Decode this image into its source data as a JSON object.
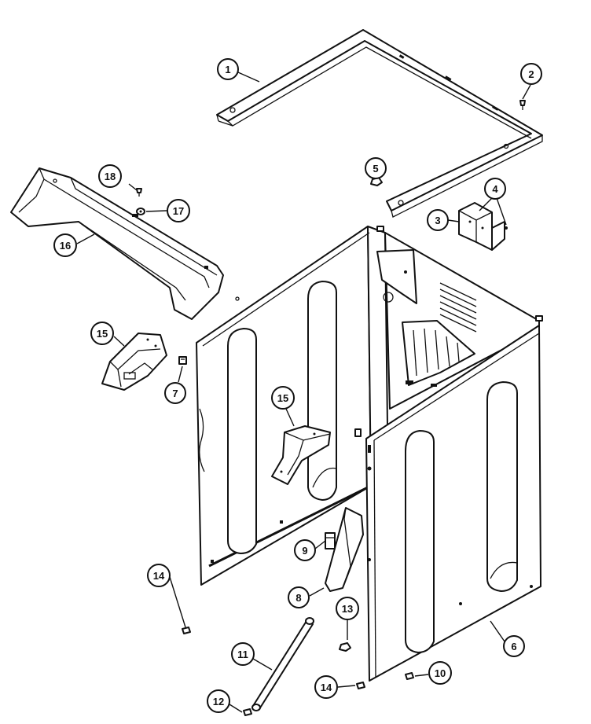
{
  "callouts": [
    {
      "id": "c1",
      "label": "1"
    },
    {
      "id": "c2",
      "label": "2"
    },
    {
      "id": "c3",
      "label": "3"
    },
    {
      "id": "c4",
      "label": "4"
    },
    {
      "id": "c5",
      "label": "5"
    },
    {
      "id": "c6",
      "label": "6"
    },
    {
      "id": "c7",
      "label": "7"
    },
    {
      "id": "c8",
      "label": "8"
    },
    {
      "id": "c9",
      "label": "9"
    },
    {
      "id": "c10",
      "label": "10"
    },
    {
      "id": "c11",
      "label": "11"
    },
    {
      "id": "c12",
      "label": "12"
    },
    {
      "id": "c13",
      "label": "13"
    },
    {
      "id": "c14a",
      "label": "14"
    },
    {
      "id": "c14b",
      "label": "14"
    },
    {
      "id": "c15a",
      "label": "15"
    },
    {
      "id": "c15b",
      "label": "15"
    },
    {
      "id": "c16",
      "label": "16"
    },
    {
      "id": "c17",
      "label": "17"
    },
    {
      "id": "c18",
      "label": "18"
    }
  ]
}
